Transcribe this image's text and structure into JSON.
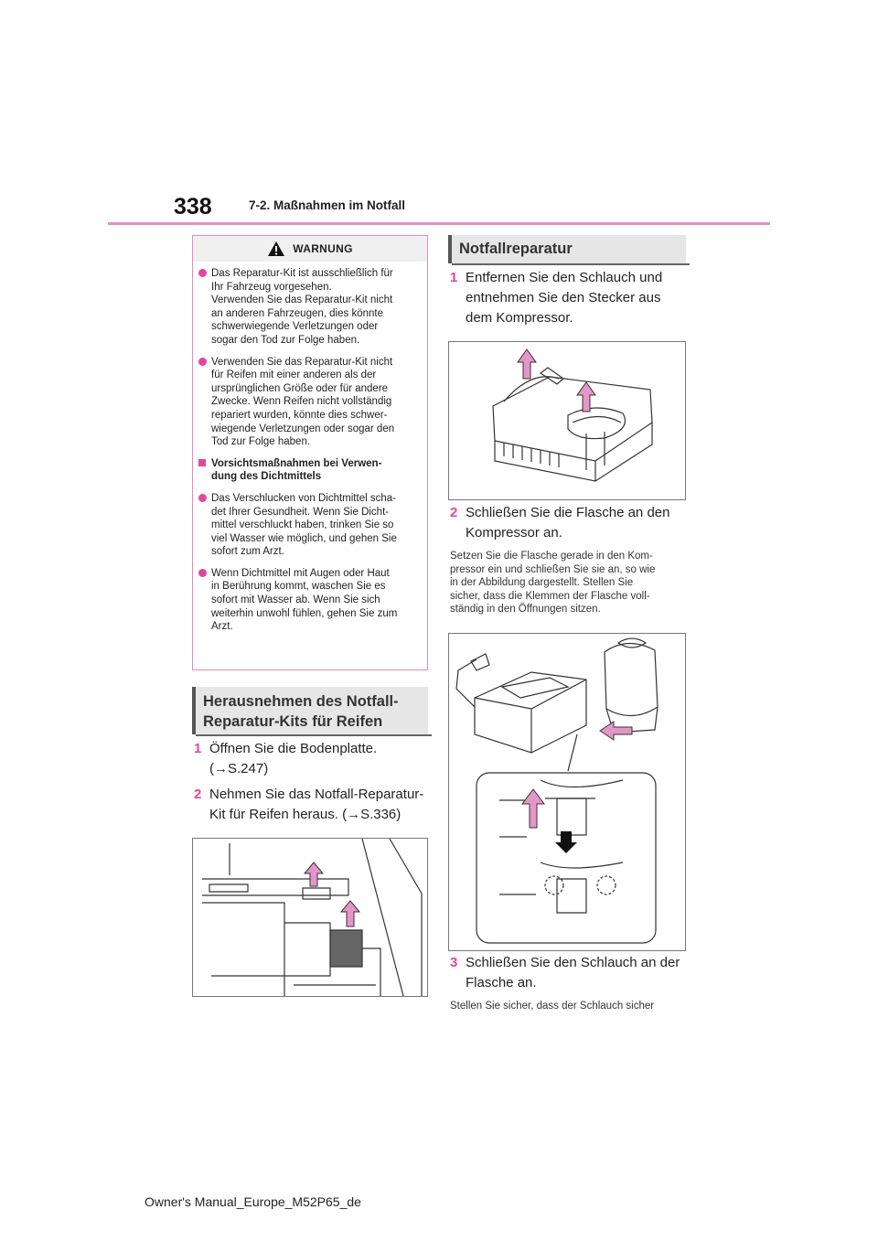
{
  "header": {
    "page_number": "338",
    "section_title": "7-2. Maßnahmen im Notfall"
  },
  "warning": {
    "title": "WARNUNG",
    "items": [
      {
        "type": "bullet",
        "text_lines": [
          "Das Reparatur-Kit ist ausschließlich für",
          "Ihr Fahrzeug vorgesehen.",
          "Verwenden Sie das Reparatur-Kit nicht",
          "an anderen Fahrzeugen, dies könnte",
          "schwerwiegende Verletzungen oder",
          "sogar den Tod zur Folge haben."
        ]
      },
      {
        "type": "bullet",
        "text_lines": [
          "Verwenden Sie das Reparatur-Kit nicht",
          "für Reifen mit einer anderen als der",
          "ursprünglichen Größe oder für andere",
          "Zwecke. Wenn Reifen nicht vollständig",
          "repariert wurden, könnte dies schwer-",
          "wiegende Verletzungen oder sogar den",
          "Tod zur Folge haben."
        ]
      },
      {
        "type": "square",
        "text_lines": [
          "Vorsichtsmaßnahmen bei Verwen-",
          "dung des Dichtmittels"
        ]
      },
      {
        "type": "bullet",
        "text_lines": [
          "Das Verschlucken von Dichtmittel scha-",
          "det Ihrer Gesundheit. Wenn Sie Dicht-",
          "mittel verschluckt haben, trinken Sie so",
          "viel Wasser wie möglich, und gehen Sie",
          "sofort zum Arzt."
        ]
      },
      {
        "type": "bullet",
        "text_lines": [
          "Wenn Dichtmittel mit Augen oder Haut",
          "in Berührung kommt, waschen Sie es",
          "sofort mit Wasser ab. Wenn Sie sich",
          "weiterhin unwohl fühlen, gehen Sie zum",
          "Arzt."
        ]
      }
    ]
  },
  "left_section": {
    "heading_lines": [
      "Herausnehmen des Notfall-",
      "Reparatur-Kits für Reifen"
    ],
    "step1_num": "1",
    "step1_lines": [
      "Öffnen Sie die Bodenplatte.",
      "(→S.247)"
    ],
    "step2_num": "2",
    "step2_lines": [
      "Nehmen Sie das Notfall-Reparatur-",
      "Kit für Reifen heraus. (→S.336)"
    ]
  },
  "right_section": {
    "heading": "Notfallreparatur",
    "step1_num": "1",
    "step1_lines": [
      "Entfernen Sie den Schlauch und",
      "entnehmen Sie den Stecker aus",
      "dem Kompressor."
    ],
    "step2_num": "2",
    "step2_lines": [
      "Schließen Sie die Flasche an den",
      "Kompressor an."
    ],
    "step2_note_lines": [
      "Setzen Sie die Flasche gerade in den Kom-",
      "pressor ein und schließen Sie sie an, so wie",
      "in der Abbildung dargestellt. Stellen Sie",
      "sicher, dass die Klemmen der Flasche voll-",
      "ständig in den Öffnungen sitzen."
    ],
    "step3_num": "3",
    "step3_lines": [
      "Schließen Sie den Schlauch an der",
      "Flasche an."
    ],
    "step3_note": "Stellen Sie sicher, dass der Schlauch sicher"
  },
  "footer": {
    "text": "Owner's Manual_Europe_M52P65_de"
  },
  "colors": {
    "accent": "#e0479e",
    "rule": "#e88fc4",
    "heading_bg": "#e6e6e6",
    "arrow": "#e596c8"
  }
}
